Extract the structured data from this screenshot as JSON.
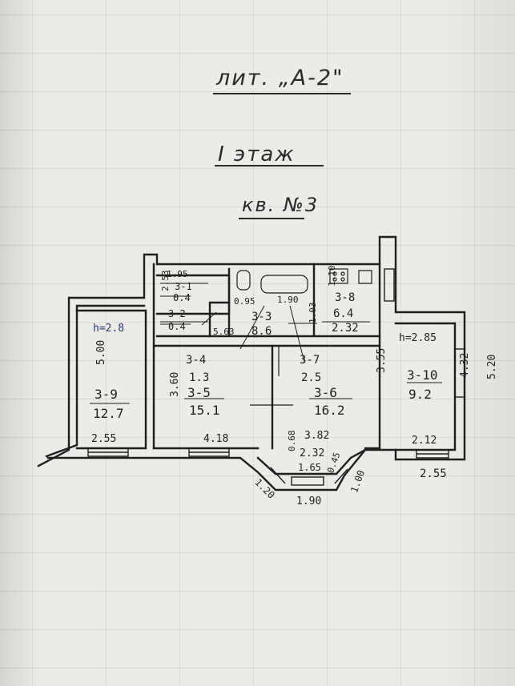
{
  "header": {
    "lit": "лит. „А-2\"",
    "floor": "I этаж",
    "apt": "кв. №3"
  },
  "rooms": [
    {
      "id": "3-1",
      "area": "0.4"
    },
    {
      "id": "3-2",
      "area": "0.4"
    },
    {
      "id": "3-3",
      "area": "8.6"
    },
    {
      "id": "3-4",
      "area": "1.3"
    },
    {
      "id": "3-5",
      "area": "15.1"
    },
    {
      "id": "3-6",
      "area": "16.2"
    },
    {
      "id": "3-7",
      "area": "2.5"
    },
    {
      "id": "3-8",
      "area": "6.4"
    },
    {
      "id": "3-9",
      "area": "12.7"
    },
    {
      "id": "3-10",
      "area": "9.2"
    }
  ],
  "dimensions": {
    "d195": "1.95",
    "d253": "2.53",
    "d563": "5.63",
    "d095": "0.95",
    "d190": "1.90",
    "d103": "1.03",
    "d110": "1.10",
    "d232": "2.32",
    "h28": "h=2.8",
    "h285": "h=2.85",
    "d500": "5.00",
    "d360": "3.60",
    "d255a": "2.55",
    "d418": "4.18",
    "d355": "3.55",
    "d382": "3.82",
    "d068": "0.68",
    "d232b": "2.32",
    "d165": "1.65",
    "d045": "0.45",
    "d120": "1.20",
    "d190b": "1.90",
    "d100": "1.00",
    "d432": "4.32",
    "d520": "5.20",
    "d212": "2.12",
    "d255b": "2.55"
  }
}
